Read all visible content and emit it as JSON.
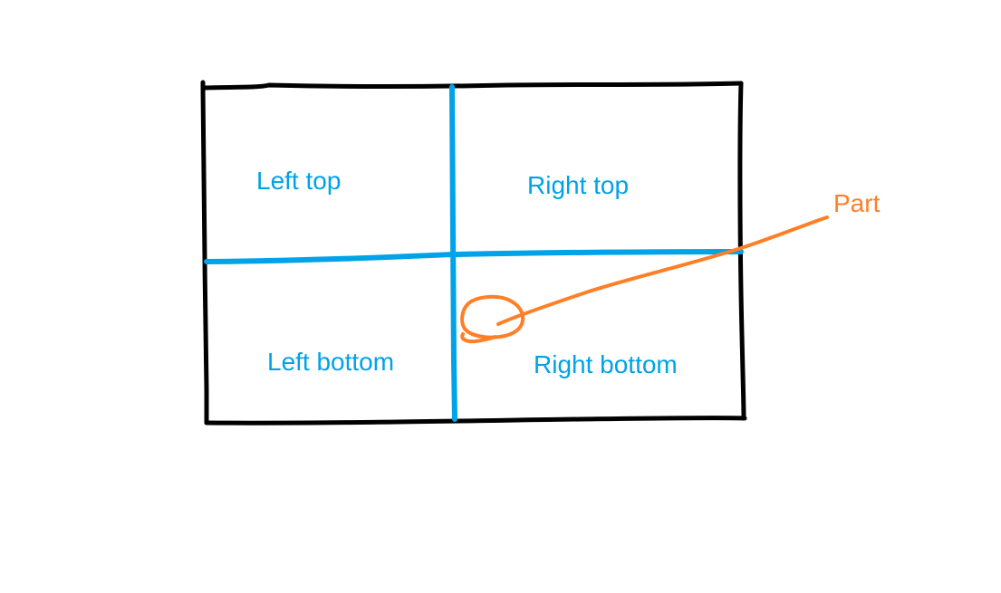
{
  "canvas": {
    "description": "Hand-drawn paint-style diagram of a rectangle divided into four quadrants",
    "background": "#ffffff"
  },
  "colors": {
    "outline": "#000000",
    "divider": "#00a2e8",
    "quadrant_label": "#00a2e8",
    "annotation": "#ff7f27"
  },
  "diagram": {
    "quadrants": [
      {
        "id": "left-top",
        "label": "Left top"
      },
      {
        "id": "right-top",
        "label": "Right top"
      },
      {
        "id": "left-bottom",
        "label": "Left bottom"
      },
      {
        "id": "right-bottom",
        "label": "Right bottom"
      }
    ],
    "annotation": {
      "label": "Part",
      "target": "small circled spot just right of the center dividers, in the Right bottom quadrant"
    }
  }
}
